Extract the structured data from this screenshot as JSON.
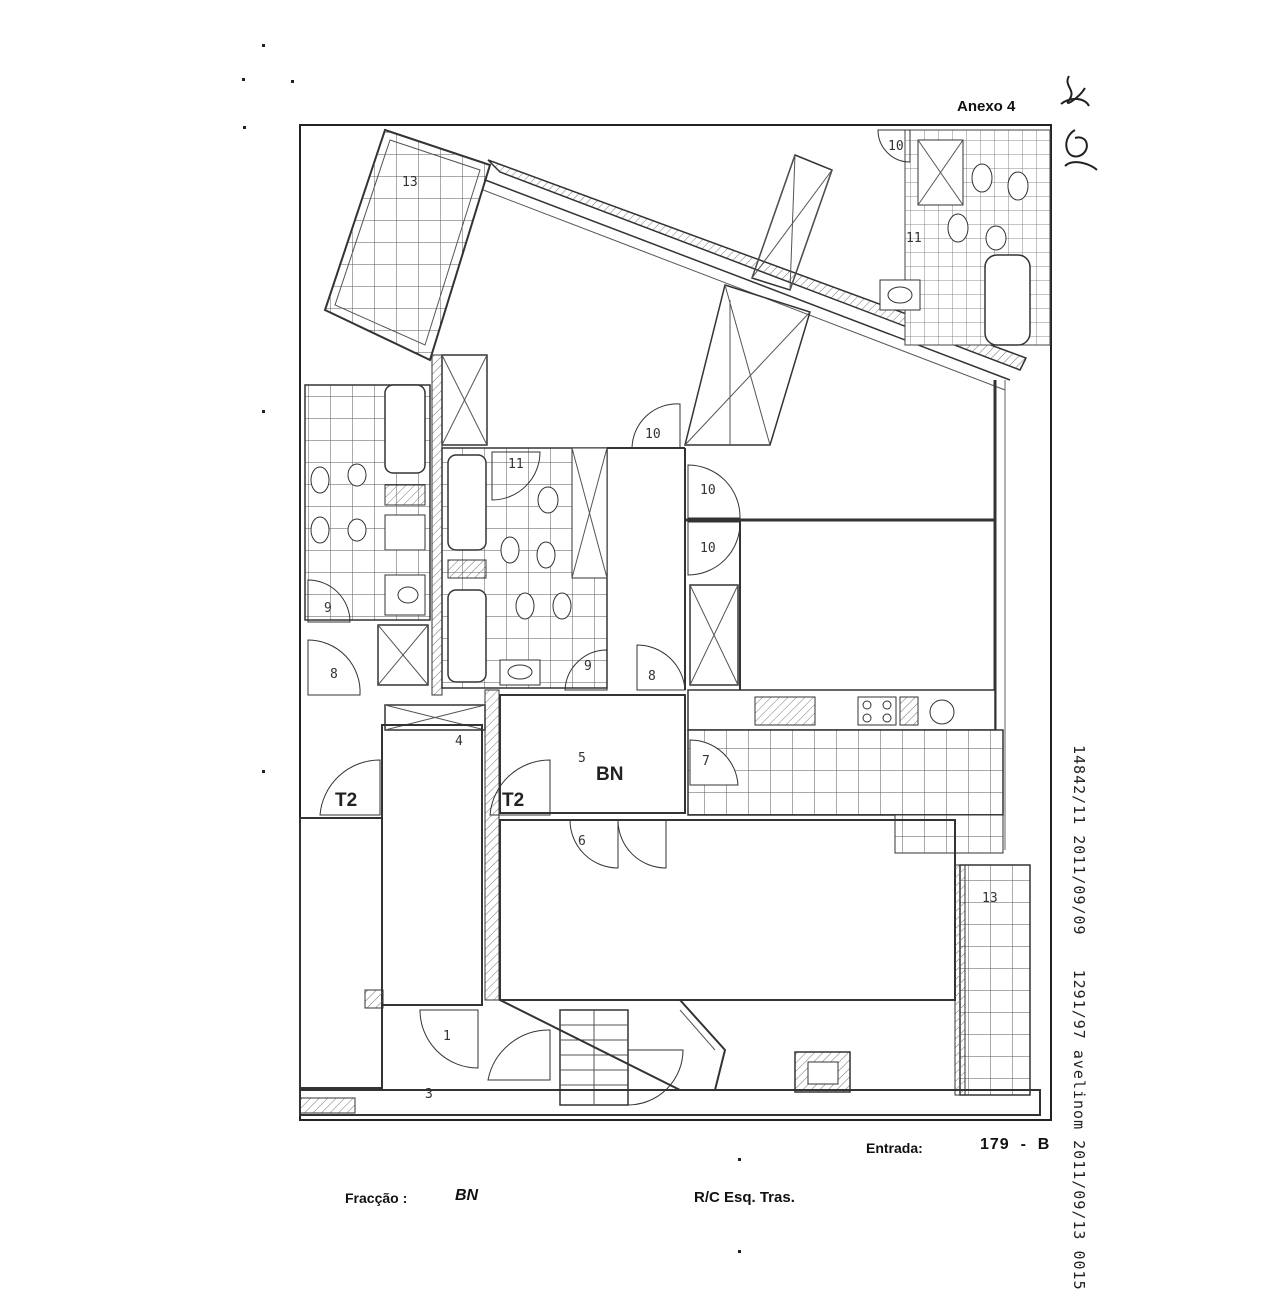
{
  "header": {
    "annex": "Anexo 4"
  },
  "rooms": {
    "r13_top": "13",
    "r10_top_right": "10",
    "r11_top_right": "11",
    "r10_a": "10",
    "r10_b": "10",
    "r10_c": "10",
    "r11_left": "11",
    "r9_left": "9",
    "r9_mid": "9",
    "r8_left": "8",
    "r8_mid": "8",
    "r4": "4",
    "r5": "5",
    "bn": "BN",
    "r7": "7",
    "t2_left": "T2",
    "t2_mid": "T2",
    "r6": "6",
    "r13_right": "13",
    "r1": "1",
    "r3": "3"
  },
  "footer": {
    "entrada_label": "Entrada:",
    "entrada_value": "179  -  B",
    "fraccao_label": "Fracção :",
    "fraccao_value": "BN",
    "floor": "R/C Esq. Tras."
  },
  "stamp": {
    "line1": "14842/11 2011/09/09",
    "line2": "1291/97 avelinom 2011/09/13 0015"
  }
}
